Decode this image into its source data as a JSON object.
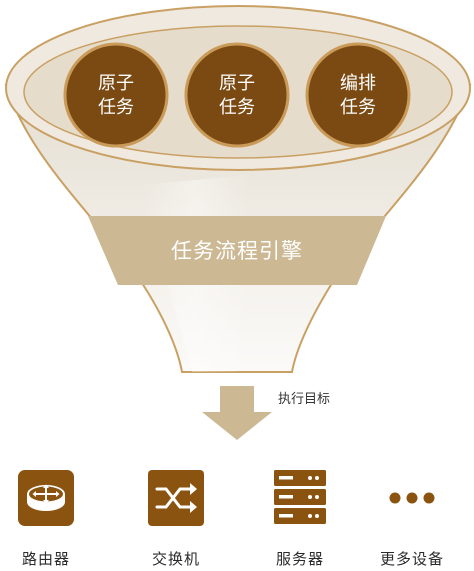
{
  "funnel": {
    "circles": [
      {
        "line1": "原子",
        "line2": "任务"
      },
      {
        "line1": "原子",
        "line2": "任务"
      },
      {
        "line1": "编排",
        "line2": "任务"
      }
    ],
    "band_label": "任务流程引擎"
  },
  "arrow": {
    "label": "执行目标"
  },
  "devices": [
    {
      "label": "路由器",
      "icon": "router-icon"
    },
    {
      "label": "交换机",
      "icon": "switch-icon"
    },
    {
      "label": "服务器",
      "icon": "server-icon"
    },
    {
      "label": "更多设备",
      "icon": "more-icon"
    }
  ],
  "colors": {
    "funnel_outline": "#c9a063",
    "funnel_fill_top": "#ebe5da",
    "circle_fill": "#7a4a12",
    "circle_border": "#c99a58",
    "band_fill": "#cdb894",
    "arrow_fill": "#cdb894",
    "icon_fill": "#8a530f"
  }
}
